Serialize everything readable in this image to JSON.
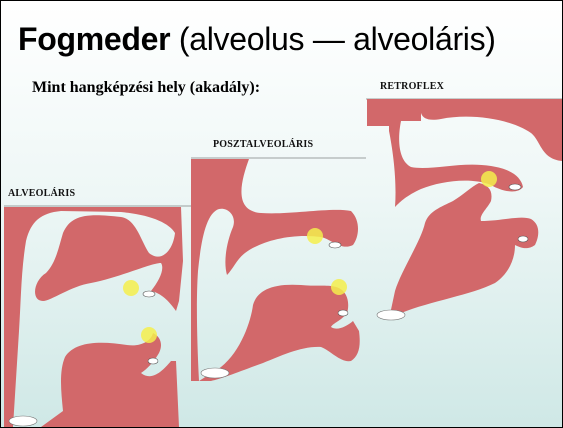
{
  "slide": {
    "title_bold": "Fogmeder",
    "title_rest": " (alveolus — alveoláris)",
    "subtitle": "Mint hangképzési hely (akadály):"
  },
  "panels": {
    "alveolar": {
      "label": "ALVEOLÁRIS"
    },
    "postalveolar": {
      "label": "POSZTALVEOLÁRIS"
    },
    "retroflex": {
      "label": "RETROFLEX"
    }
  },
  "colors": {
    "tissue": "#d2686a",
    "highlight": "#f4ee4c",
    "teeth": "#ffffff",
    "background_bottom": "#cfe8e6"
  }
}
